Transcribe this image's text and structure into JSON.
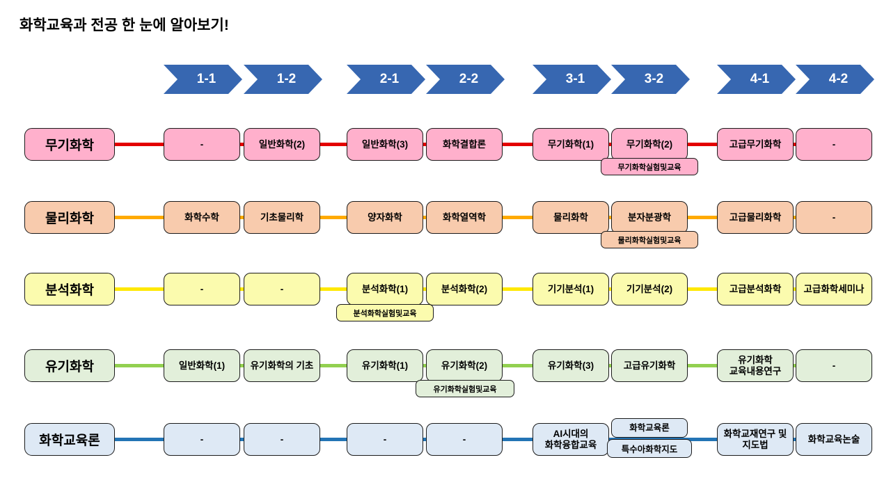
{
  "title": "화학교육과 전공 한 눈에 알아보기!",
  "arrow_color": "#3767B1",
  "semesters": [
    "1-1",
    "1-2",
    "2-1",
    "2-2",
    "3-1",
    "3-2",
    "4-1",
    "4-2"
  ],
  "rows": [
    {
      "label": "무기화학",
      "box_color": "#FFB0CC",
      "line_color": "#E30000",
      "cells": [
        "-",
        "일반화학(2)",
        "일반화학(3)",
        "화학결합론",
        "무기화학(1)",
        "무기화학(2)",
        "고급무기화학",
        "-"
      ],
      "sub": {
        "col": "3-2",
        "label": "무기화학실험및교육"
      }
    },
    {
      "label": "물리화학",
      "box_color": "#F8CBAD",
      "line_color": "#FFAA00",
      "cells": [
        "화학수학",
        "기초물리학",
        "양자화학",
        "화학열역학",
        "물리화학",
        "분자분광학",
        "고급물리화학",
        "-"
      ],
      "sub": {
        "col": "3-2",
        "label": "물리화학실험및교육"
      }
    },
    {
      "label": "분석화학",
      "box_color": "#FBFBAE",
      "line_color": "#FFE800",
      "cells": [
        "-",
        "-",
        "분석화학(1)",
        "분석화학(2)",
        "기기분석(1)",
        "기기분석(2)",
        "고급분석화학",
        "고급화학세미나"
      ],
      "sub": {
        "col": "2-1",
        "label": "분석화학실험및교육"
      }
    },
    {
      "label": "유기화학",
      "box_color": "#E2EFDA",
      "line_color": "#92D050",
      "cells": [
        "일반화학(1)",
        "유기화학의 기초",
        "유기화학(1)",
        "유기화학(2)",
        "유기화학(3)",
        "고급유기화학",
        "유기화학 교육내용연구",
        "-"
      ],
      "sub": {
        "col": "2-2",
        "label": "유기화학실험및교육"
      }
    },
    {
      "label": "화학교육론",
      "box_color": "#DEE9F5",
      "line_color": "#2374B5",
      "cells": [
        "-",
        "-",
        "-",
        "-",
        "AI시대의 화학융합교육",
        "화학교육론",
        "화학교재연구 및 지도법",
        "화학교육논술"
      ],
      "sub": {
        "col": "3-2",
        "label": "특수아화학지도"
      }
    }
  ]
}
